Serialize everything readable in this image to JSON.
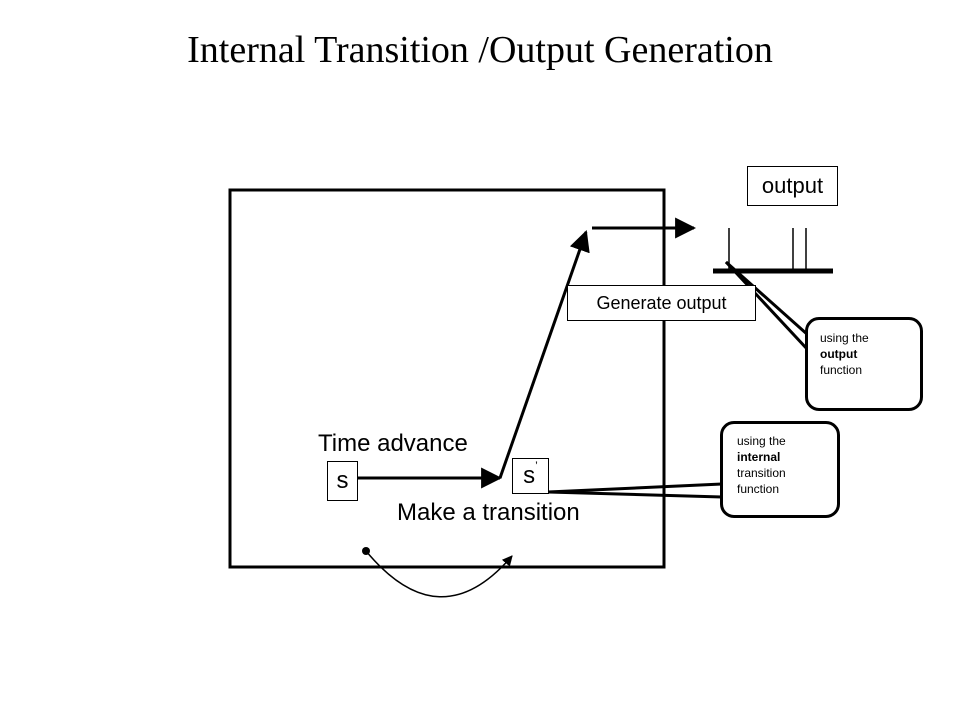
{
  "title": "Internal Transition /Output Generation",
  "labels": {
    "state_s": "s",
    "state_s_prime": "s",
    "prime_mark": "’",
    "time_advance": "Time advance",
    "make_transition": "Make a transition",
    "generate_output": "Generate output",
    "output": "output"
  },
  "callouts": {
    "output_fn": {
      "line1": "using the",
      "bold": "output",
      "line3": "function"
    },
    "internal_fn": {
      "line1": "using the",
      "bold": "internal",
      "line3": "transition",
      "line4": "function"
    }
  }
}
